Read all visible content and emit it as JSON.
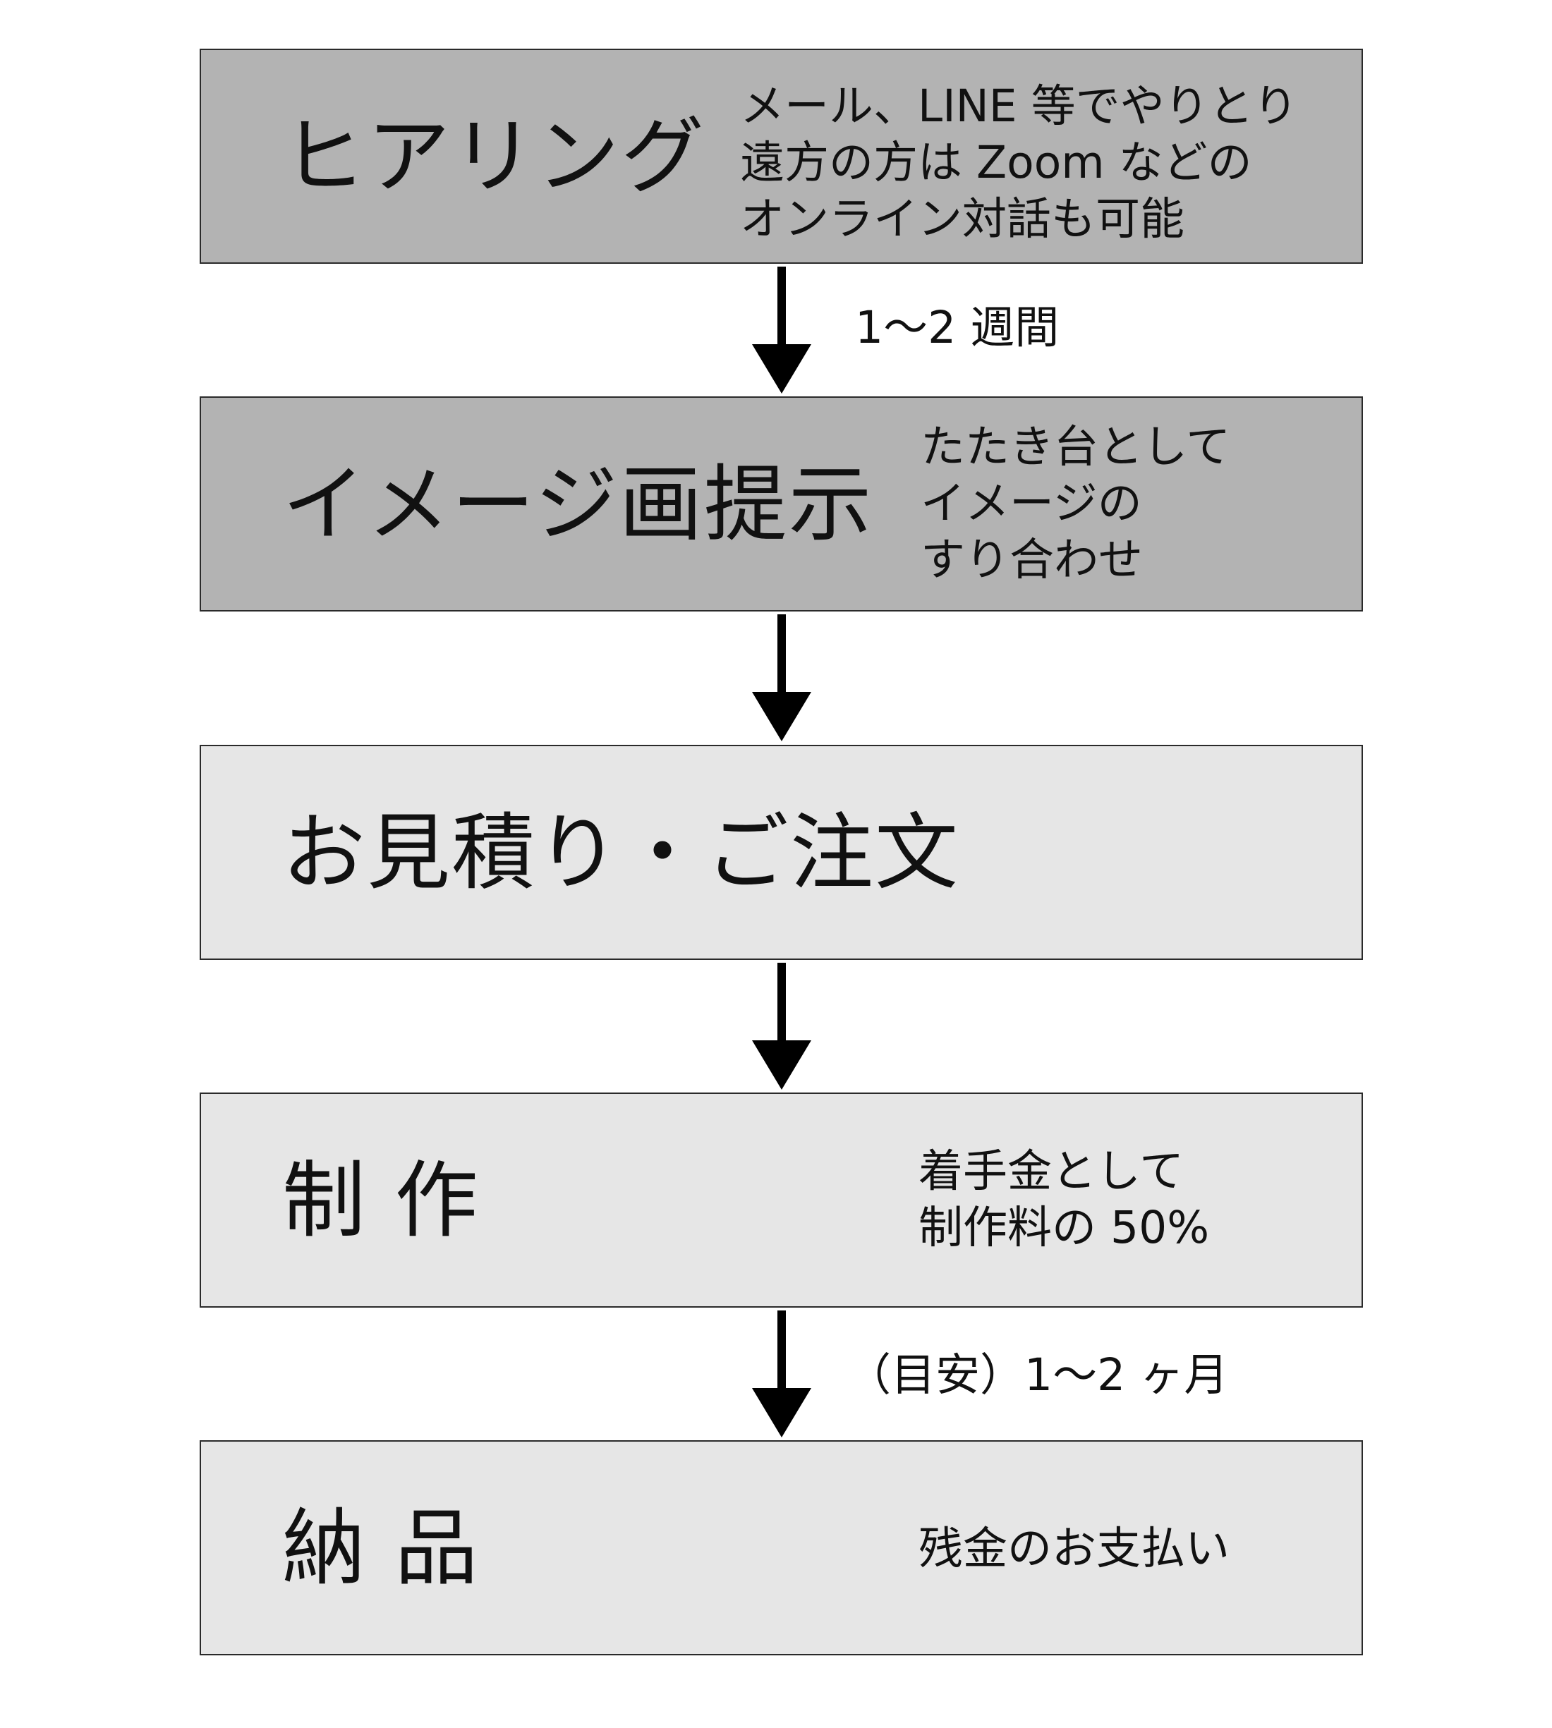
{
  "steps": [
    {
      "title": "ヒアリング",
      "note": [
        "メール、LINE 等でやりとり",
        "遠方の方は Zoom などの",
        "オンライン対話も可能"
      ]
    },
    {
      "title": "イメージ画提示",
      "note": [
        "たたき台として",
        "イメージの",
        "すり合わせ"
      ]
    },
    {
      "title": "お見積り・ご注文",
      "note": []
    },
    {
      "title": "制 作",
      "note": [
        "着手金として",
        "制作料の 50%"
      ]
    },
    {
      "title": "納 品",
      "note": [
        "残金のお支払い"
      ]
    }
  ],
  "arrows": [
    {
      "label": "1〜2 週間"
    },
    {
      "label": ""
    },
    {
      "label": ""
    },
    {
      "label": "（目安）1〜2 ヶ月"
    }
  ],
  "colors": {
    "dark_box": "#b3b3b3",
    "light_box": "#e6e6e6",
    "arrow": "#000000"
  }
}
